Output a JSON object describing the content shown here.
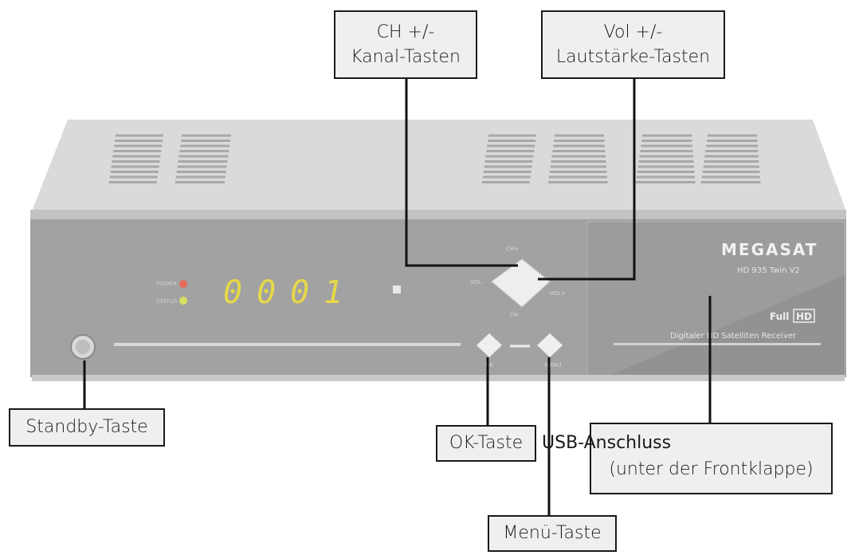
{
  "device": {
    "brand": "MEGASAT",
    "model": "HD 935 Twin V2",
    "display_digits": "0001",
    "badge_full": "Full",
    "badge_hd": "HD",
    "subtitle": "Digitaler HD Satelliten Receiver",
    "led_power_label": "POWER",
    "led_status_label": "STATUS",
    "btn_ch_up": "CH+",
    "btn_ch_down": "CH-",
    "btn_vol_down": "VOL-",
    "btn_vol_up": "VOL+",
    "btn_ok": "OK",
    "btn_menu": "MENU",
    "colors": {
      "body": "#9a9a9a",
      "top": "#d9d9d9",
      "front": "#a3a3a3",
      "display": "#e6d84a",
      "led_power": "#e66a5a",
      "led_status": "#d9e062"
    }
  },
  "callouts": {
    "ch_line1": "CH +/-",
    "ch_line2": "Kanal-Tasten",
    "vol_line1": "Vol +/-",
    "vol_line2": "Lautstärke-Tasten",
    "standby": "Standby-Taste",
    "ok": "OK-Taste",
    "usb_line1": "USB-Anschluss",
    "usb_line2": "(unter der Frontklappe)",
    "menu": "Menü-Taste"
  }
}
